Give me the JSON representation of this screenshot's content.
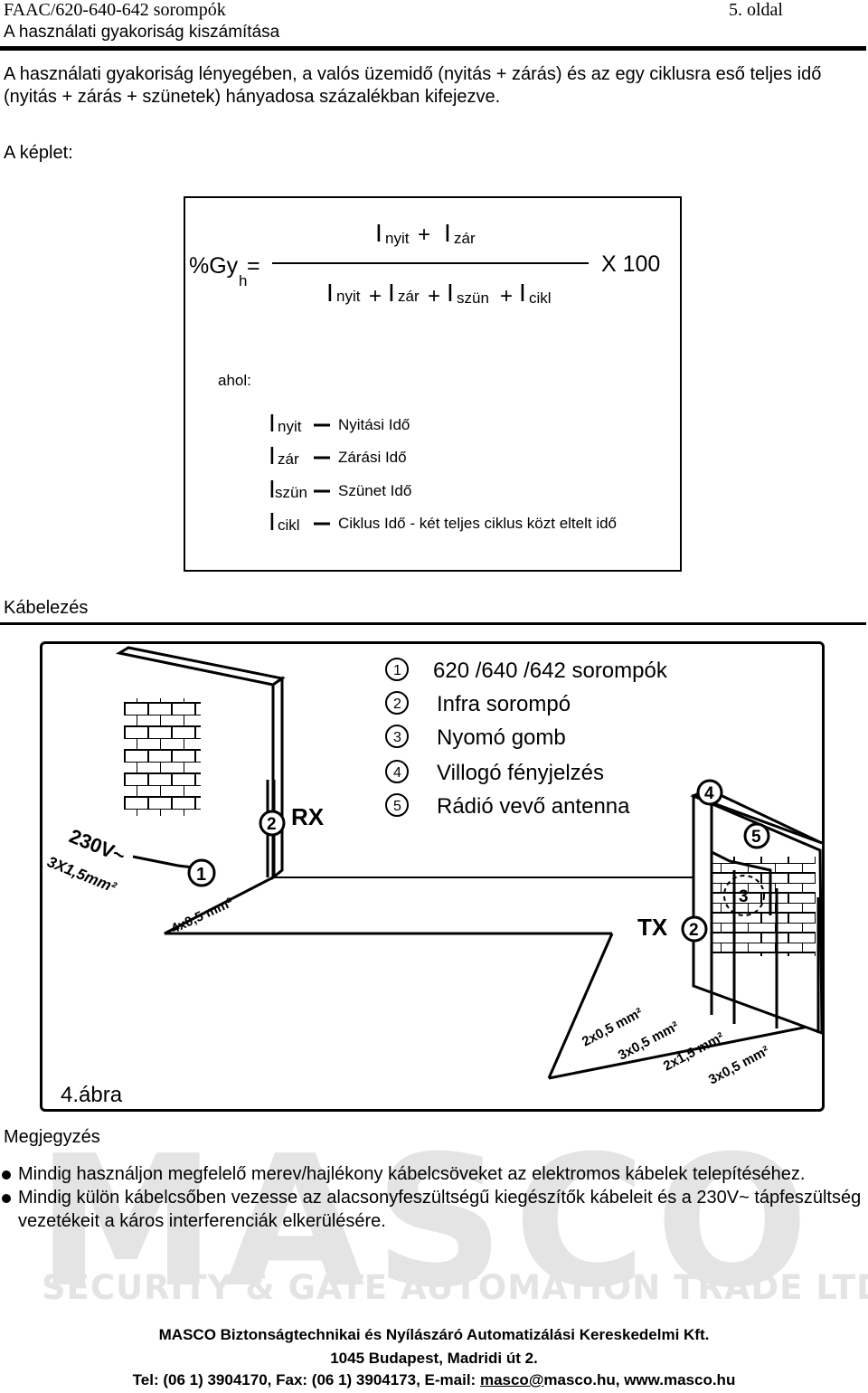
{
  "header": {
    "doc_title": "FAAC/620-640-642 sorompók",
    "doc_subtitle": "A használati gyakoriság kiszámítása",
    "page_label": "5. oldal"
  },
  "intro_text": "A használati gyakoriság lényegében, a valós üzemidő (nyitás + zárás) és az egy ciklusra eső teljes idő (nyitás + zárás + szünetek) hányadosa százalékban kifejezve.",
  "formula_label": "A képlet:",
  "formula": {
    "lhs": "%Gy",
    "lhs_sub": "h",
    "eq": "=",
    "I": "I",
    "plus": "+",
    "num_terms": [
      "nyit",
      "zár"
    ],
    "den_terms": [
      "nyit",
      "zár",
      "szün",
      "cikl"
    ],
    "multiplier": "X 100",
    "where_label": "ahol:",
    "legend": [
      {
        "sub": "nyit",
        "desc": "Nyitási Idő"
      },
      {
        "sub": "zár",
        "desc": "Zárási Idő"
      },
      {
        "sub": "szün",
        "desc": "Szünet Idő"
      },
      {
        "sub": "cikl",
        "desc": "Ciklus Idő - két teljes ciklus közt eltelt idő"
      }
    ]
  },
  "cabling": {
    "heading": "Kábelezés",
    "legend": [
      {
        "num": "1",
        "label": "620 /640 /642 sorompók"
      },
      {
        "num": "2",
        "label": "Infra sorompó"
      },
      {
        "num": "3",
        "label": "Nyomó gomb"
      },
      {
        "num": "4",
        "label": "Villogó fényjelzés"
      },
      {
        "num": "5",
        "label": "Rádió vevő antenna"
      }
    ],
    "rx_label": "RX",
    "tx_label": "TX",
    "power_label": "230V~",
    "power_cable": "3X1,5mm²",
    "barrier_cable": "4x0,5 mm²",
    "floor_cables": [
      "2x0,5 mm²",
      "3x0,5 mm²",
      "2x1,5 mm²",
      "3x0,5 mm²"
    ],
    "markers": {
      "barrier": "1",
      "rx": "2",
      "tx": "2",
      "button": "3",
      "lamp": "4",
      "antenna": "5"
    },
    "figure_label": "4.ábra"
  },
  "notes": {
    "heading": "Megjegyzés",
    "items": [
      "Mindig használjon megfelelő merev/hajlékony kábelcsöveket az elektromos kábelek telepítéséhez.",
      "Mindig külön kábelcsőben vezesse az alacsonyfeszültségű kiegészítők kábeleit és a 230V~ tápfeszültség vezetékeit a káros interferenciák elkerülésére."
    ]
  },
  "watermark": {
    "big": "MASCO",
    "small": "SECURITY & GATE AUTOMATION TRADE LTD."
  },
  "footer": {
    "company": "MASCO Biztonságtechnikai és Nyílászáró Automatizálási Kereskedelmi Kft.",
    "address": "1045 Budapest, Madridi út 2.",
    "contact_prefix": "Tel: (06 1) 3904170, Fax: (06 1) 3904173, E-mail: ",
    "email_link": "masco@",
    "contact_suffix": "masco.hu, www.masco.hu"
  }
}
